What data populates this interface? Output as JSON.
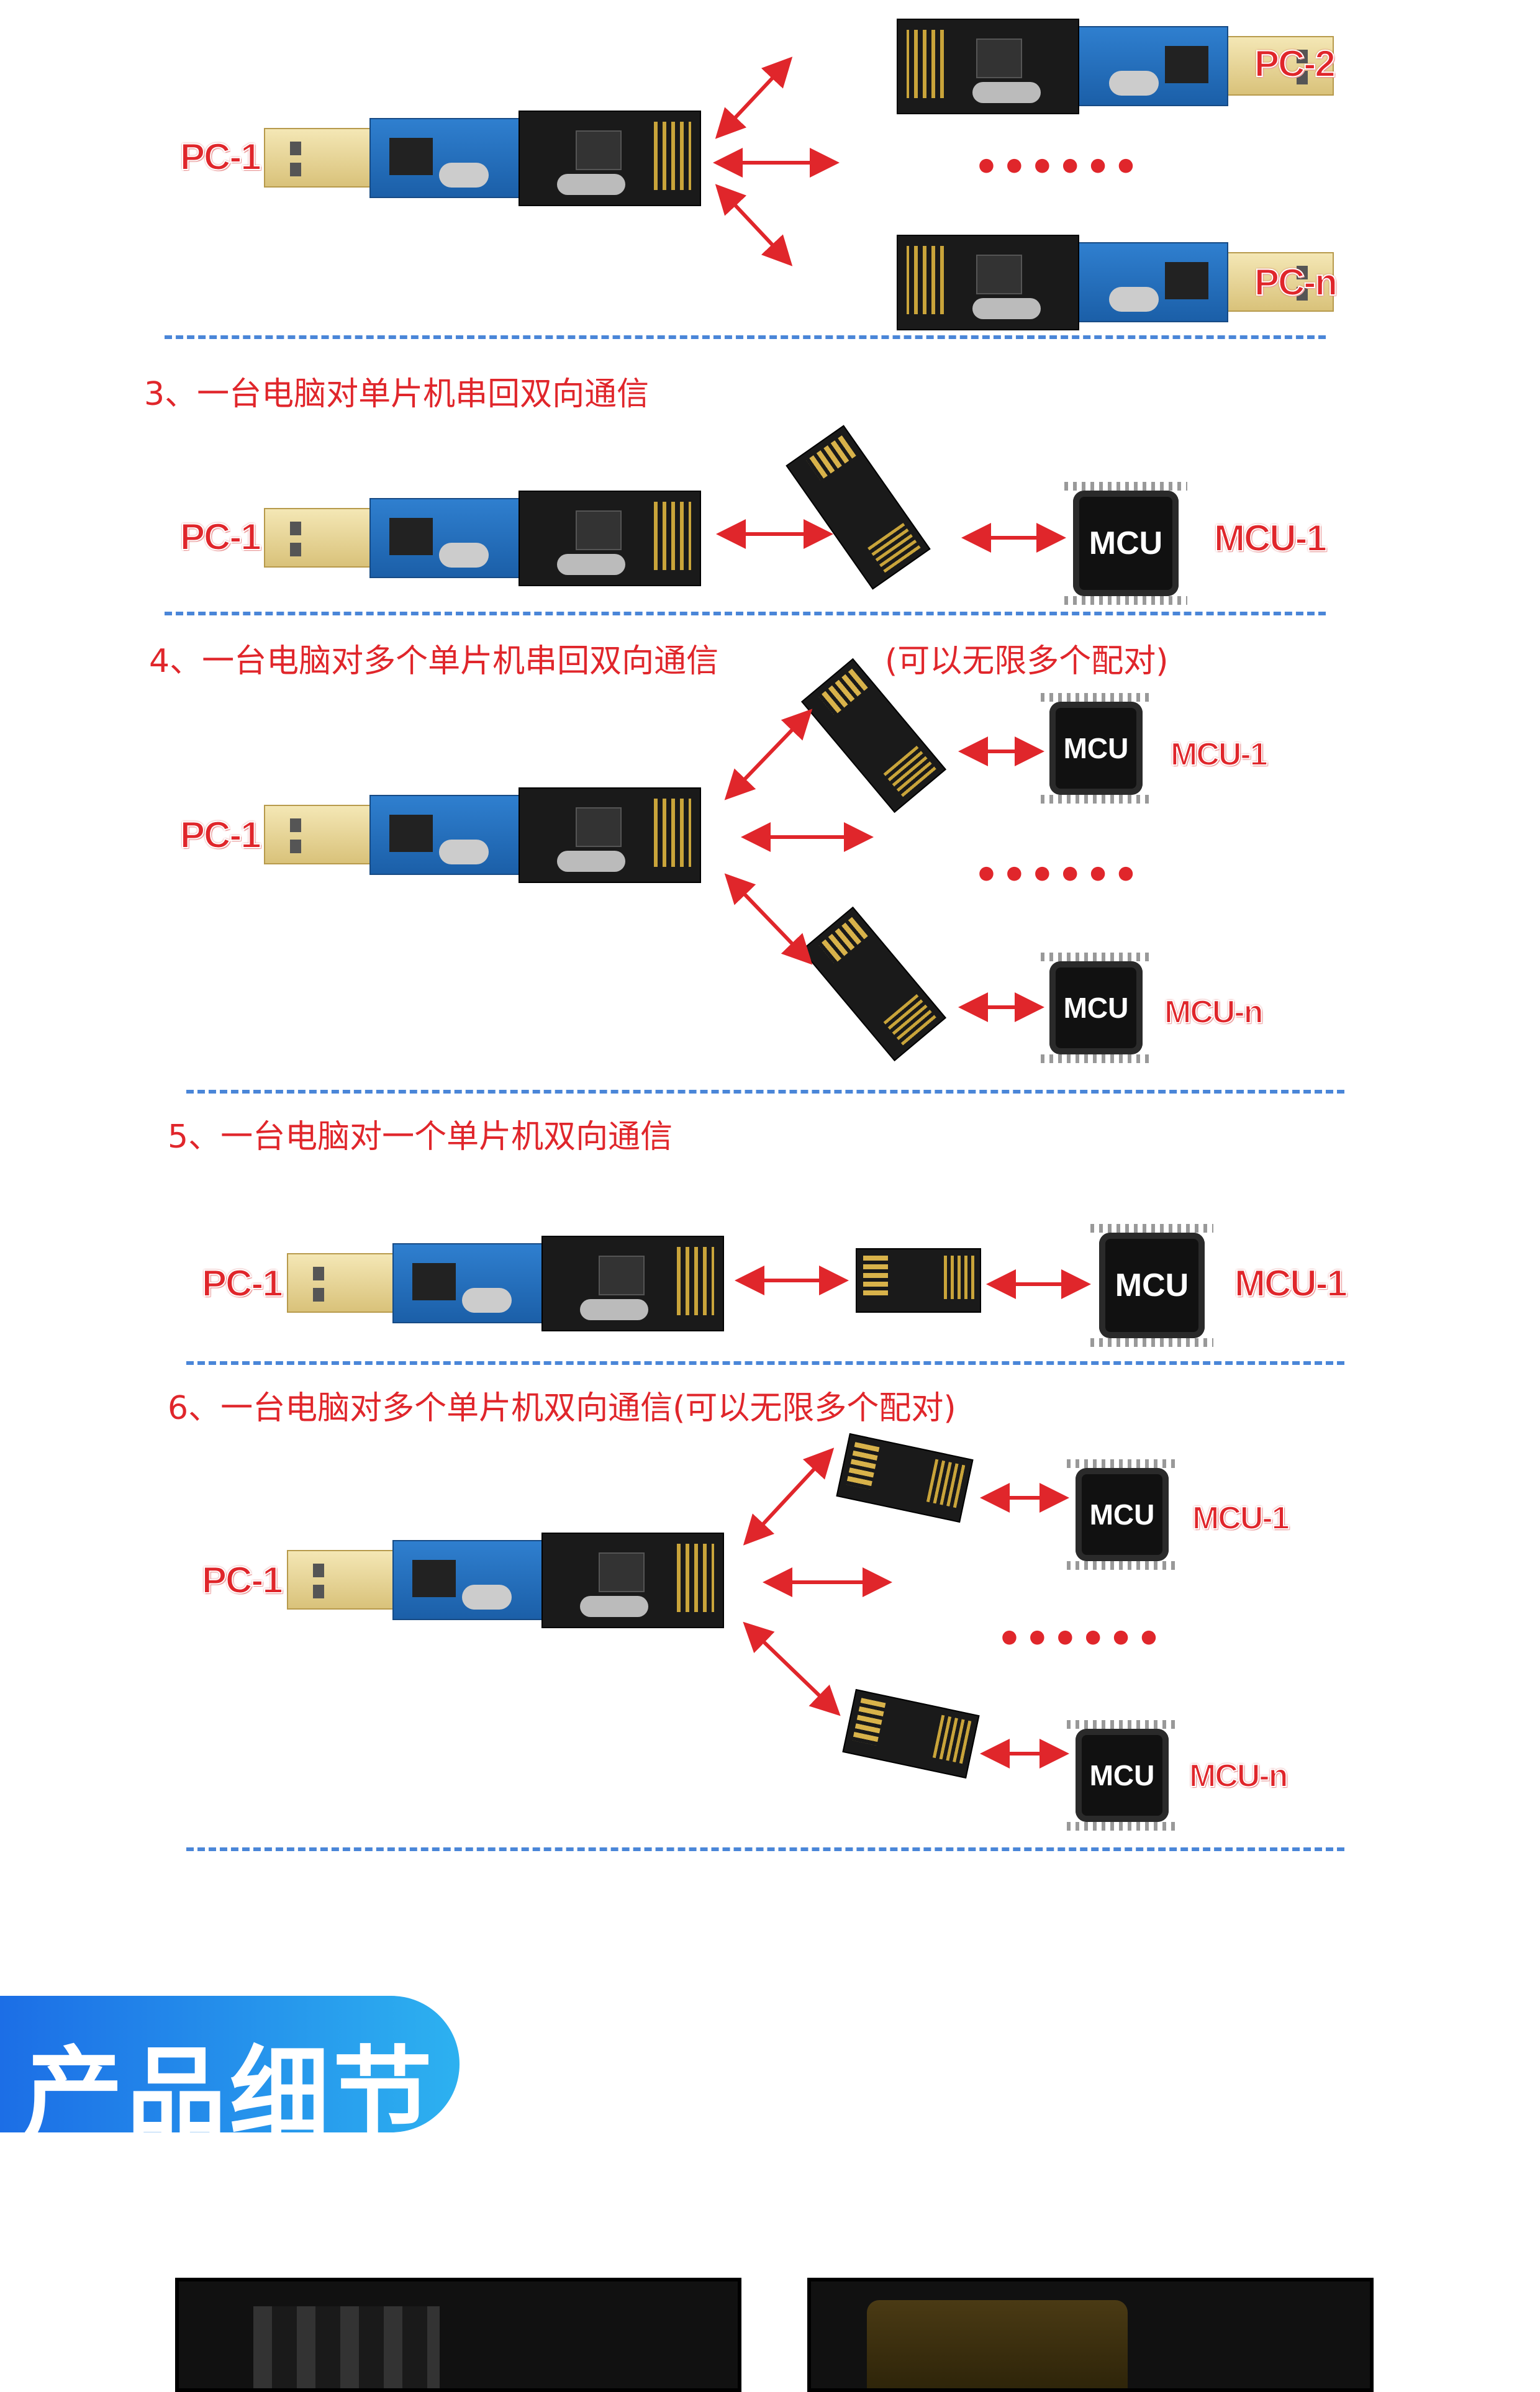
{
  "sections": [
    {
      "number": "",
      "heading": "",
      "pc_labels": [
        "PC-1",
        "PC-2",
        "PC-n"
      ],
      "dots": "••••••"
    },
    {
      "number": "3",
      "heading": "3、一台电脑对单片机串回双向通信",
      "pc_label": "PC-1",
      "chip_text": "MCU",
      "mcu_label": "MCU-1"
    },
    {
      "number": "4",
      "heading": "4、一台电脑对多个单片机串回双向通信",
      "note": "(可以无限多个配对)",
      "pc_label": "PC-1",
      "chip_text": "MCU",
      "mcu_labels": [
        "MCU-1",
        "MCU-n"
      ],
      "dots": "••••••"
    },
    {
      "number": "5",
      "heading": "5、一台电脑对一个单片机双向通信",
      "pc_label": "PC-1",
      "chip_text": "MCU",
      "mcu_label": "MCU-1"
    },
    {
      "number": "6",
      "heading": "6、一台电脑对多个单片机双向通信(可以无限多个配对)",
      "pc_label": "PC-1",
      "chip_text": "MCU",
      "mcu_labels": [
        "MCU-1",
        "MCU-n"
      ],
      "dots": "••••••"
    }
  ],
  "product_details": {
    "title": "产品细节"
  },
  "colors": {
    "accent_red": "#e0262b",
    "divider_blue": "#4a86d8",
    "badge_start": "#1c6ee6",
    "badge_end": "#2db1f0"
  }
}
